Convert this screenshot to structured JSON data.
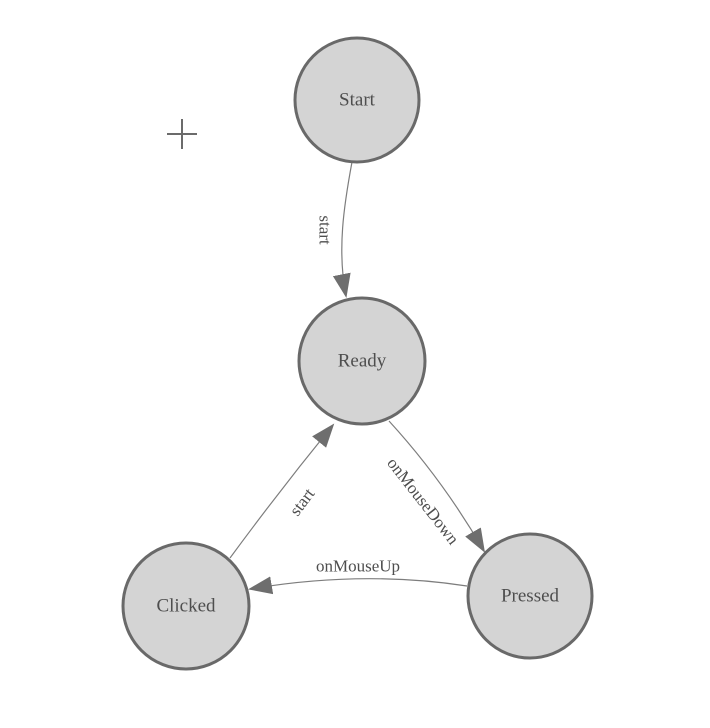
{
  "diagram": {
    "kind": "finite-state-machine",
    "background_color": "#ffffff",
    "node_fill_color": "#d4d4d4",
    "node_border_color": "#696969",
    "edge_color": "#7d7d7d",
    "arrow_color": "#6e6e6e",
    "label_color": "#4e4e4e",
    "nodes": [
      {
        "id": "start",
        "label": "Start"
      },
      {
        "id": "ready",
        "label": "Ready"
      },
      {
        "id": "clicked",
        "label": "Clicked"
      },
      {
        "id": "pressed",
        "label": "Pressed"
      }
    ],
    "edges": [
      {
        "from": "start",
        "to": "ready",
        "label": "start"
      },
      {
        "from": "clicked",
        "to": "ready",
        "label": "start"
      },
      {
        "from": "ready",
        "to": "pressed",
        "label": "onMouseDown"
      },
      {
        "from": "pressed",
        "to": "clicked",
        "label": "onMouseUp"
      }
    ]
  }
}
